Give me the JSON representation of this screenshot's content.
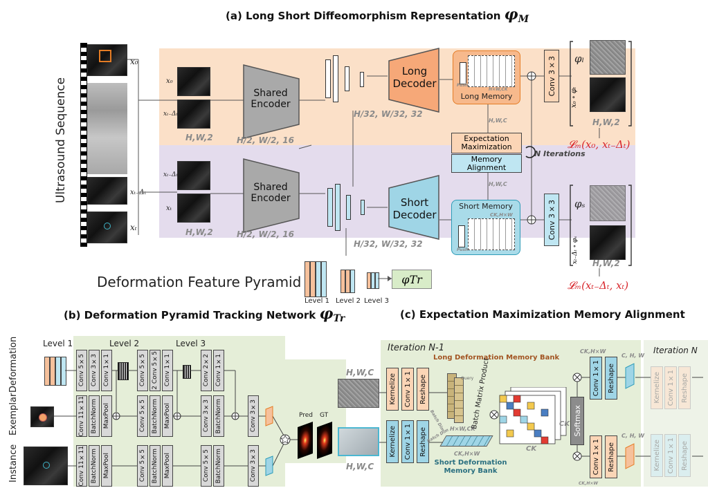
{
  "titles": {
    "a": "(a) Long Short Diffeomorphism Representation",
    "a_symbol": "φ",
    "a_sub": "M",
    "b": "(b) Deformation Pyramid Tracking Network",
    "b_symbol": "φ",
    "b_sub": "Tr",
    "c": "(c) Expectation Maximization Memory Alignment"
  },
  "part_a": {
    "us_sequence": "Ultrasound Sequence",
    "x0": "x₀",
    "xtdt": "xₜ₋Δₜ",
    "xt": "xₜ",
    "shared_encoder": "Shared Encoder",
    "long_decoder": "Long Decoder",
    "short_decoder": "Short Decoder",
    "long_memory": "Long Memory",
    "short_memory": "Short Memory",
    "em": "Expectation Maximization",
    "memory_alignment": "Memory Alignment",
    "n_iterations": "N Iterations",
    "conv33": "Conv 3×3",
    "dims_hw2": "H,W,2",
    "dims_h2": "H/2, W/2, 16",
    "dims_h32": "H/32, W/32, 32",
    "dims_hwc": "H,W,C",
    "dims_hwck": "H×W,CK",
    "dims_ckhw": "CK,H×W",
    "push": "Push",
    "phi_l": "φₗ",
    "phi_s": "φₛ",
    "warp_l": "x₀ ∘ φₗ",
    "warp_s": "xₜ₋Δₜ ∘ φₛ",
    "loss1": "𝓛ₘ(x₀, xₜ₋Δₜ)",
    "loss2": "𝓛ₘ(xₜ₋Δₜ, xₜ)",
    "pyramid": "Deformation Feature Pyramid",
    "pyramid_phi": "φTr",
    "level1": "Level 1",
    "level2": "Level 2",
    "level3": "Level 3"
  },
  "part_b": {
    "row_deformation": "Deformation",
    "row_exemplar": "Exemplar",
    "row_instance": "Instance",
    "level1": "Level 1",
    "level2": "Level 2",
    "level3": "Level 3",
    "conv55": "Conv 5×5",
    "conv33": "Conv 3×3",
    "conv11": "Conv 1×1",
    "conv22": "Conv 2×2",
    "conv1111": "Conv 11×11",
    "two_conv55": "2 Conv 5×5",
    "batchnorm": "BatchNorm",
    "maxpool": "MaxPool",
    "pred": "Pred",
    "gt": "GT"
  },
  "part_c": {
    "iter_n1": "Iteration N-1",
    "iter_n": "Iteration N",
    "hwc": "H,W,C",
    "kernelize": "Kernelize",
    "conv11": "Conv 1×1",
    "reshape": "Reshape",
    "long_bank": "Long Deformation Memory Bank",
    "short_bank": "Short Deformation Memory Bank",
    "batch_dim": "Batch Dim",
    "query": "Query",
    "hwck": "H×W,CK",
    "ckhw": "CK,H×W",
    "bmp": "Batch Matrix Product",
    "ck": "CK",
    "softmax": "Softmax",
    "chw": "C, H, W"
  }
}
